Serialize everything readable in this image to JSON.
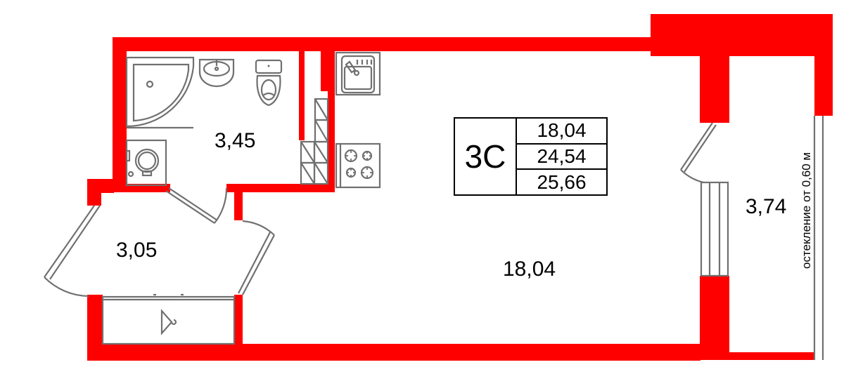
{
  "apartment": {
    "type_label": "3С",
    "areas": {
      "living": "18,04",
      "total_without_balcony": "24,54",
      "total_with_balcony": "25,66"
    }
  },
  "rooms": [
    {
      "id": "bathroom",
      "area": "3,45"
    },
    {
      "id": "hallway",
      "area": "3,05"
    },
    {
      "id": "living_room",
      "area": "18,04"
    },
    {
      "id": "balcony",
      "area": "3,74"
    }
  ],
  "balcony_note": "остекление от 0,60 м",
  "colors": {
    "wall": "#ff0000",
    "fixture_line": "#707070",
    "text": "#000000",
    "background": "#ffffff"
  },
  "icons": [
    "shower-icon",
    "washbasin-icon",
    "toilet-icon",
    "washing-machine-icon",
    "kitchen-sink-icon",
    "stove-icon",
    "hanger-icon",
    "window-icon",
    "door-icon"
  ]
}
